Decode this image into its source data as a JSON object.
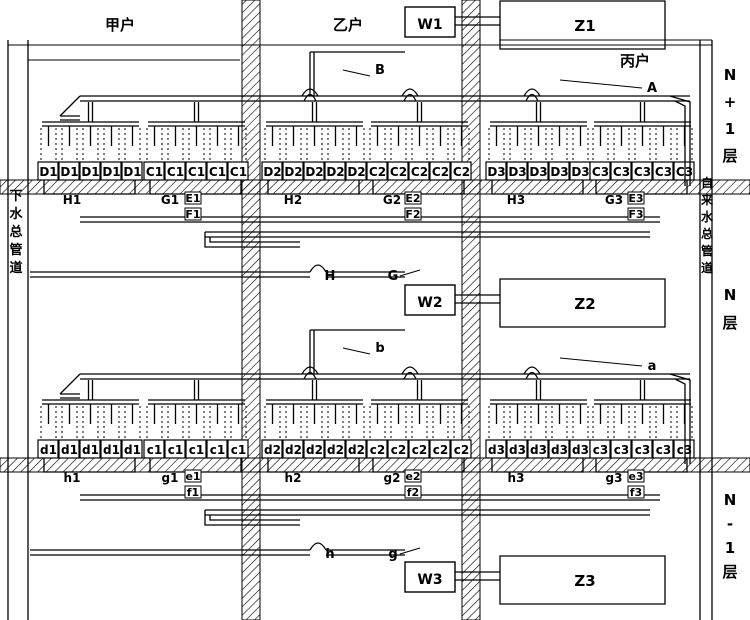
{
  "households": [
    "甲户",
    "乙户",
    "丙户"
  ],
  "side_left": [
    "下",
    "水",
    "总",
    "管",
    "道"
  ],
  "side_right": [
    "自",
    "来",
    "水",
    "总",
    "管",
    "道"
  ],
  "floor_upper": [
    "N",
    "+",
    "1",
    "层"
  ],
  "floor_mid": [
    "N",
    "层"
  ],
  "floor_lower": [
    "N",
    "-",
    "1",
    "层"
  ],
  "boxes": {
    "w1": "W1",
    "z1": "Z1",
    "w2": "W2",
    "z2": "Z2",
    "w3": "W3",
    "z3": "Z3"
  },
  "upper": {
    "groups": [
      {
        "label": "D1",
        "count": 5
      },
      {
        "label": "C1",
        "count": 5
      },
      {
        "label": "D2",
        "count": 5
      },
      {
        "label": "C2",
        "count": 5
      },
      {
        "label": "D3",
        "count": 5
      },
      {
        "label": "C3",
        "count": 5
      }
    ],
    "annotations": {
      "A": "A",
      "B": "B",
      "G": "G",
      "H": "H",
      "H1": "H1",
      "H2": "H2",
      "H3": "H3",
      "G1": "G1",
      "G2": "G2",
      "G3": "G3",
      "E1": "E1",
      "E2": "E2",
      "E3": "E3",
      "F1": "F1",
      "F2": "F2",
      "F3": "F3"
    }
  },
  "lower": {
    "groups": [
      {
        "label": "d1",
        "count": 5
      },
      {
        "label": "c1",
        "count": 5
      },
      {
        "label": "d2",
        "count": 5
      },
      {
        "label": "c2",
        "count": 5
      },
      {
        "label": "d3",
        "count": 5
      },
      {
        "label": "c3",
        "count": 5
      }
    ],
    "annotations": {
      "a": "a",
      "b": "b",
      "g": "g",
      "h": "h",
      "h1": "h1",
      "h2": "h2",
      "h3": "h3",
      "g1": "g1",
      "g2": "g2",
      "g3": "g3",
      "e1": "e1",
      "e2": "e2",
      "e3": "e3",
      "f1": "f1",
      "f2": "f2",
      "f3": "f3"
    }
  }
}
